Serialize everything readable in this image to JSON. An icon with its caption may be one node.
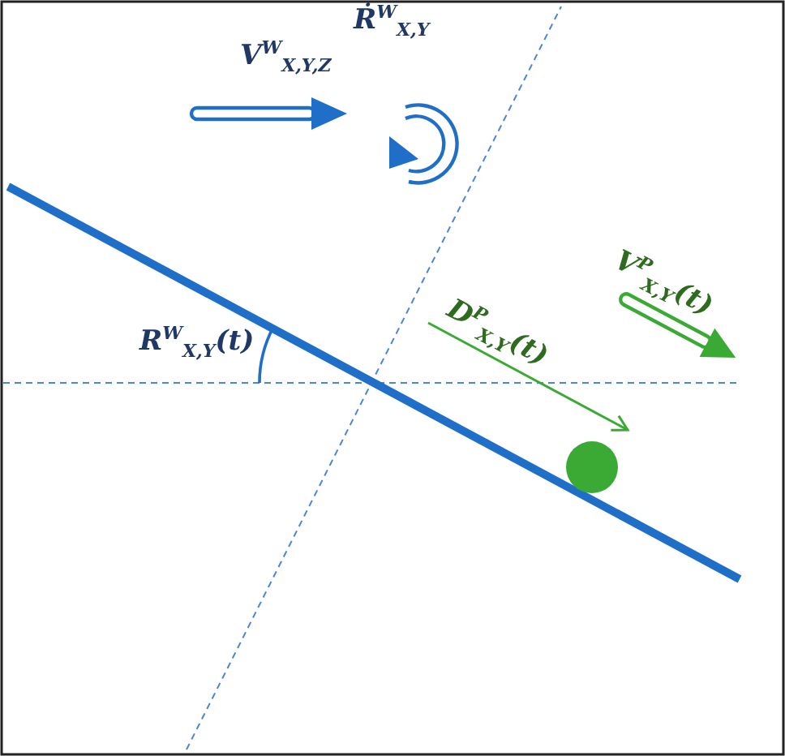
{
  "diagram": {
    "labels": [
      "Ṙ$^{W}$$_{X,Y}$",
      "V$^{W}$$_{X,Y,Z}$",
      "V$^{P}$$_{X,Y}$(t)",
      "D$^{P}$$_{X,Y}$(t)",
      "R$^{W}$$_{X,Y}$(t)"
    ]
  }
}
